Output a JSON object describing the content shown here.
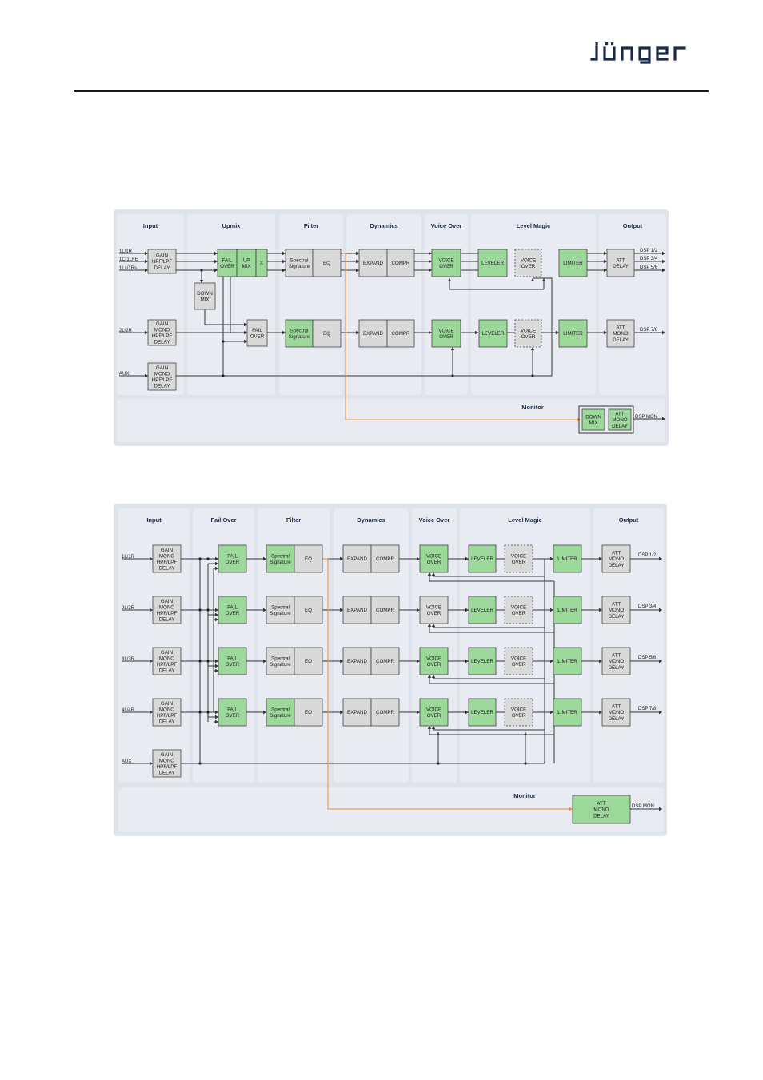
{
  "brand": {
    "logo_text": "jünger"
  },
  "colors": {
    "panel": "#dfe4ec",
    "section": "#e8ecf2",
    "green": "#9bd89a",
    "gray": "#d9d9d9",
    "orange": "#f08a2a",
    "navy": "#1b2a4a"
  },
  "diagram1": {
    "sections": [
      "Input",
      "Upmix",
      "Filter",
      "Dynamics",
      "Voice Over",
      "Level Magic",
      "Output"
    ],
    "monitor_label": "Monitor",
    "inputs": [
      "1L/1R",
      "1C/1LFE",
      "1Ls/1Rs",
      "2L/2R",
      "AUX"
    ],
    "outputs": [
      "DSP 1/2",
      "DSP 3/4",
      "DSP 5/6",
      "DSP 7/8",
      "DSP MON"
    ],
    "blocks": {
      "in_main": [
        "GAIN",
        "HPF/LPF",
        "DELAY"
      ],
      "in_stereo": [
        "GAIN",
        "MONO",
        "HPF/LPF",
        "DELAY"
      ],
      "in_aux": [
        "GAIN",
        "MONO",
        "HPF/LPF",
        "DELAY"
      ],
      "fail_over": [
        "FAIL",
        "OVER"
      ],
      "up_mix": [
        "UP",
        "MIX"
      ],
      "down_mix": [
        "DOWN",
        "MIX"
      ],
      "spectral": [
        "Spectral",
        "Signature"
      ],
      "eq": [
        "EQ"
      ],
      "expand": [
        "EXPAND"
      ],
      "compr": [
        "COMPR"
      ],
      "voice_over": [
        "VOICE",
        "OVER"
      ],
      "leveler": [
        "LEVELER"
      ],
      "limiter": [
        "LIMITER"
      ],
      "out_main": [
        "ATT",
        "DELAY"
      ],
      "out_stereo": [
        "ATT",
        "MONO",
        "DELAY"
      ],
      "mon_down_mix": [
        "DOWN",
        "MIX"
      ],
      "mon_att": [
        "ATT",
        "MONO",
        "DELAY"
      ]
    }
  },
  "diagram2": {
    "sections": [
      "Input",
      "Fail Over",
      "Filter",
      "Dynamics",
      "Voice Over",
      "Level Magic",
      "Output"
    ],
    "monitor_label": "Monitor",
    "inputs": [
      "1L/1R",
      "2L/2R",
      "3L/3R",
      "4L/4R",
      "AUX"
    ],
    "outputs": [
      "DSP 1/2",
      "DSP 3/4",
      "DSP 5/6",
      "DSP 7/8",
      "DSP MON"
    ],
    "blocks": {
      "in_block": [
        "GAIN",
        "MONO",
        "HPF/LPF",
        "DELAY"
      ],
      "fail_over": [
        "FAIL",
        "OVER"
      ],
      "spectral": [
        "Spectral",
        "Signature"
      ],
      "eq": [
        "EQ"
      ],
      "expand": [
        "EXPAND"
      ],
      "compr": [
        "COMPR"
      ],
      "voice_over": [
        "VOICE",
        "OVER"
      ],
      "leveler": [
        "LEVELER"
      ],
      "limiter": [
        "LIMITER"
      ],
      "out_block": [
        "ATT",
        "MONO",
        "DELAY"
      ],
      "mon_att": [
        "ATT",
        "MONO",
        "DELAY"
      ]
    }
  }
}
